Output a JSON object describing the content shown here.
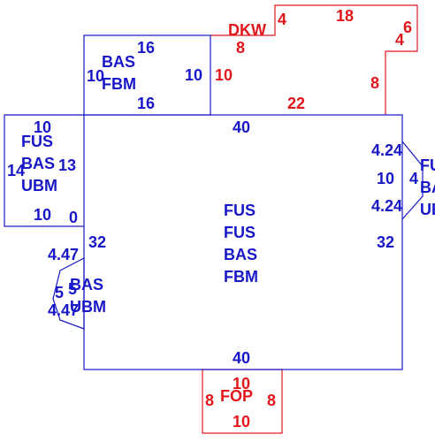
{
  "colors": {
    "blue": "#1717c8",
    "red": "#e0161a",
    "background": "#ffffff"
  },
  "main_area": {
    "codes": [
      "FUS",
      "FUS",
      "BAS",
      "FBM"
    ],
    "top": "40",
    "bottom": "40",
    "left": "32",
    "right": "32"
  },
  "upper_left_box": {
    "codes": [
      "BAS",
      "FBM"
    ],
    "top": "16",
    "bottom": "16",
    "left": "10",
    "right": "10"
  },
  "left_box": {
    "codes": [
      "FUS",
      "BAS",
      "UBM"
    ],
    "top": "10",
    "bottom": "10",
    "left": "14",
    "right": "13",
    "notch": "0"
  },
  "left_bay": {
    "codes": [
      "BAS",
      "UBM"
    ],
    "upper": "4.47",
    "lower": "4.47",
    "face": "5",
    "depth": "5"
  },
  "right_bay": {
    "codes": [
      "FU",
      "BA",
      "UB"
    ],
    "upper": "4.24",
    "lower": "4.24",
    "depth": "10",
    "face": "4"
  },
  "dkw": {
    "code": "DKW",
    "seg_a": "8",
    "seg_b": "4",
    "seg_c": "18",
    "seg_d": "6",
    "seg_e": "4",
    "seg_f": "8",
    "seg_g": "22",
    "seg_h": "10"
  },
  "fop": {
    "code": "FOP",
    "top": "10",
    "bottom": "10",
    "left": "8",
    "right": "8"
  }
}
